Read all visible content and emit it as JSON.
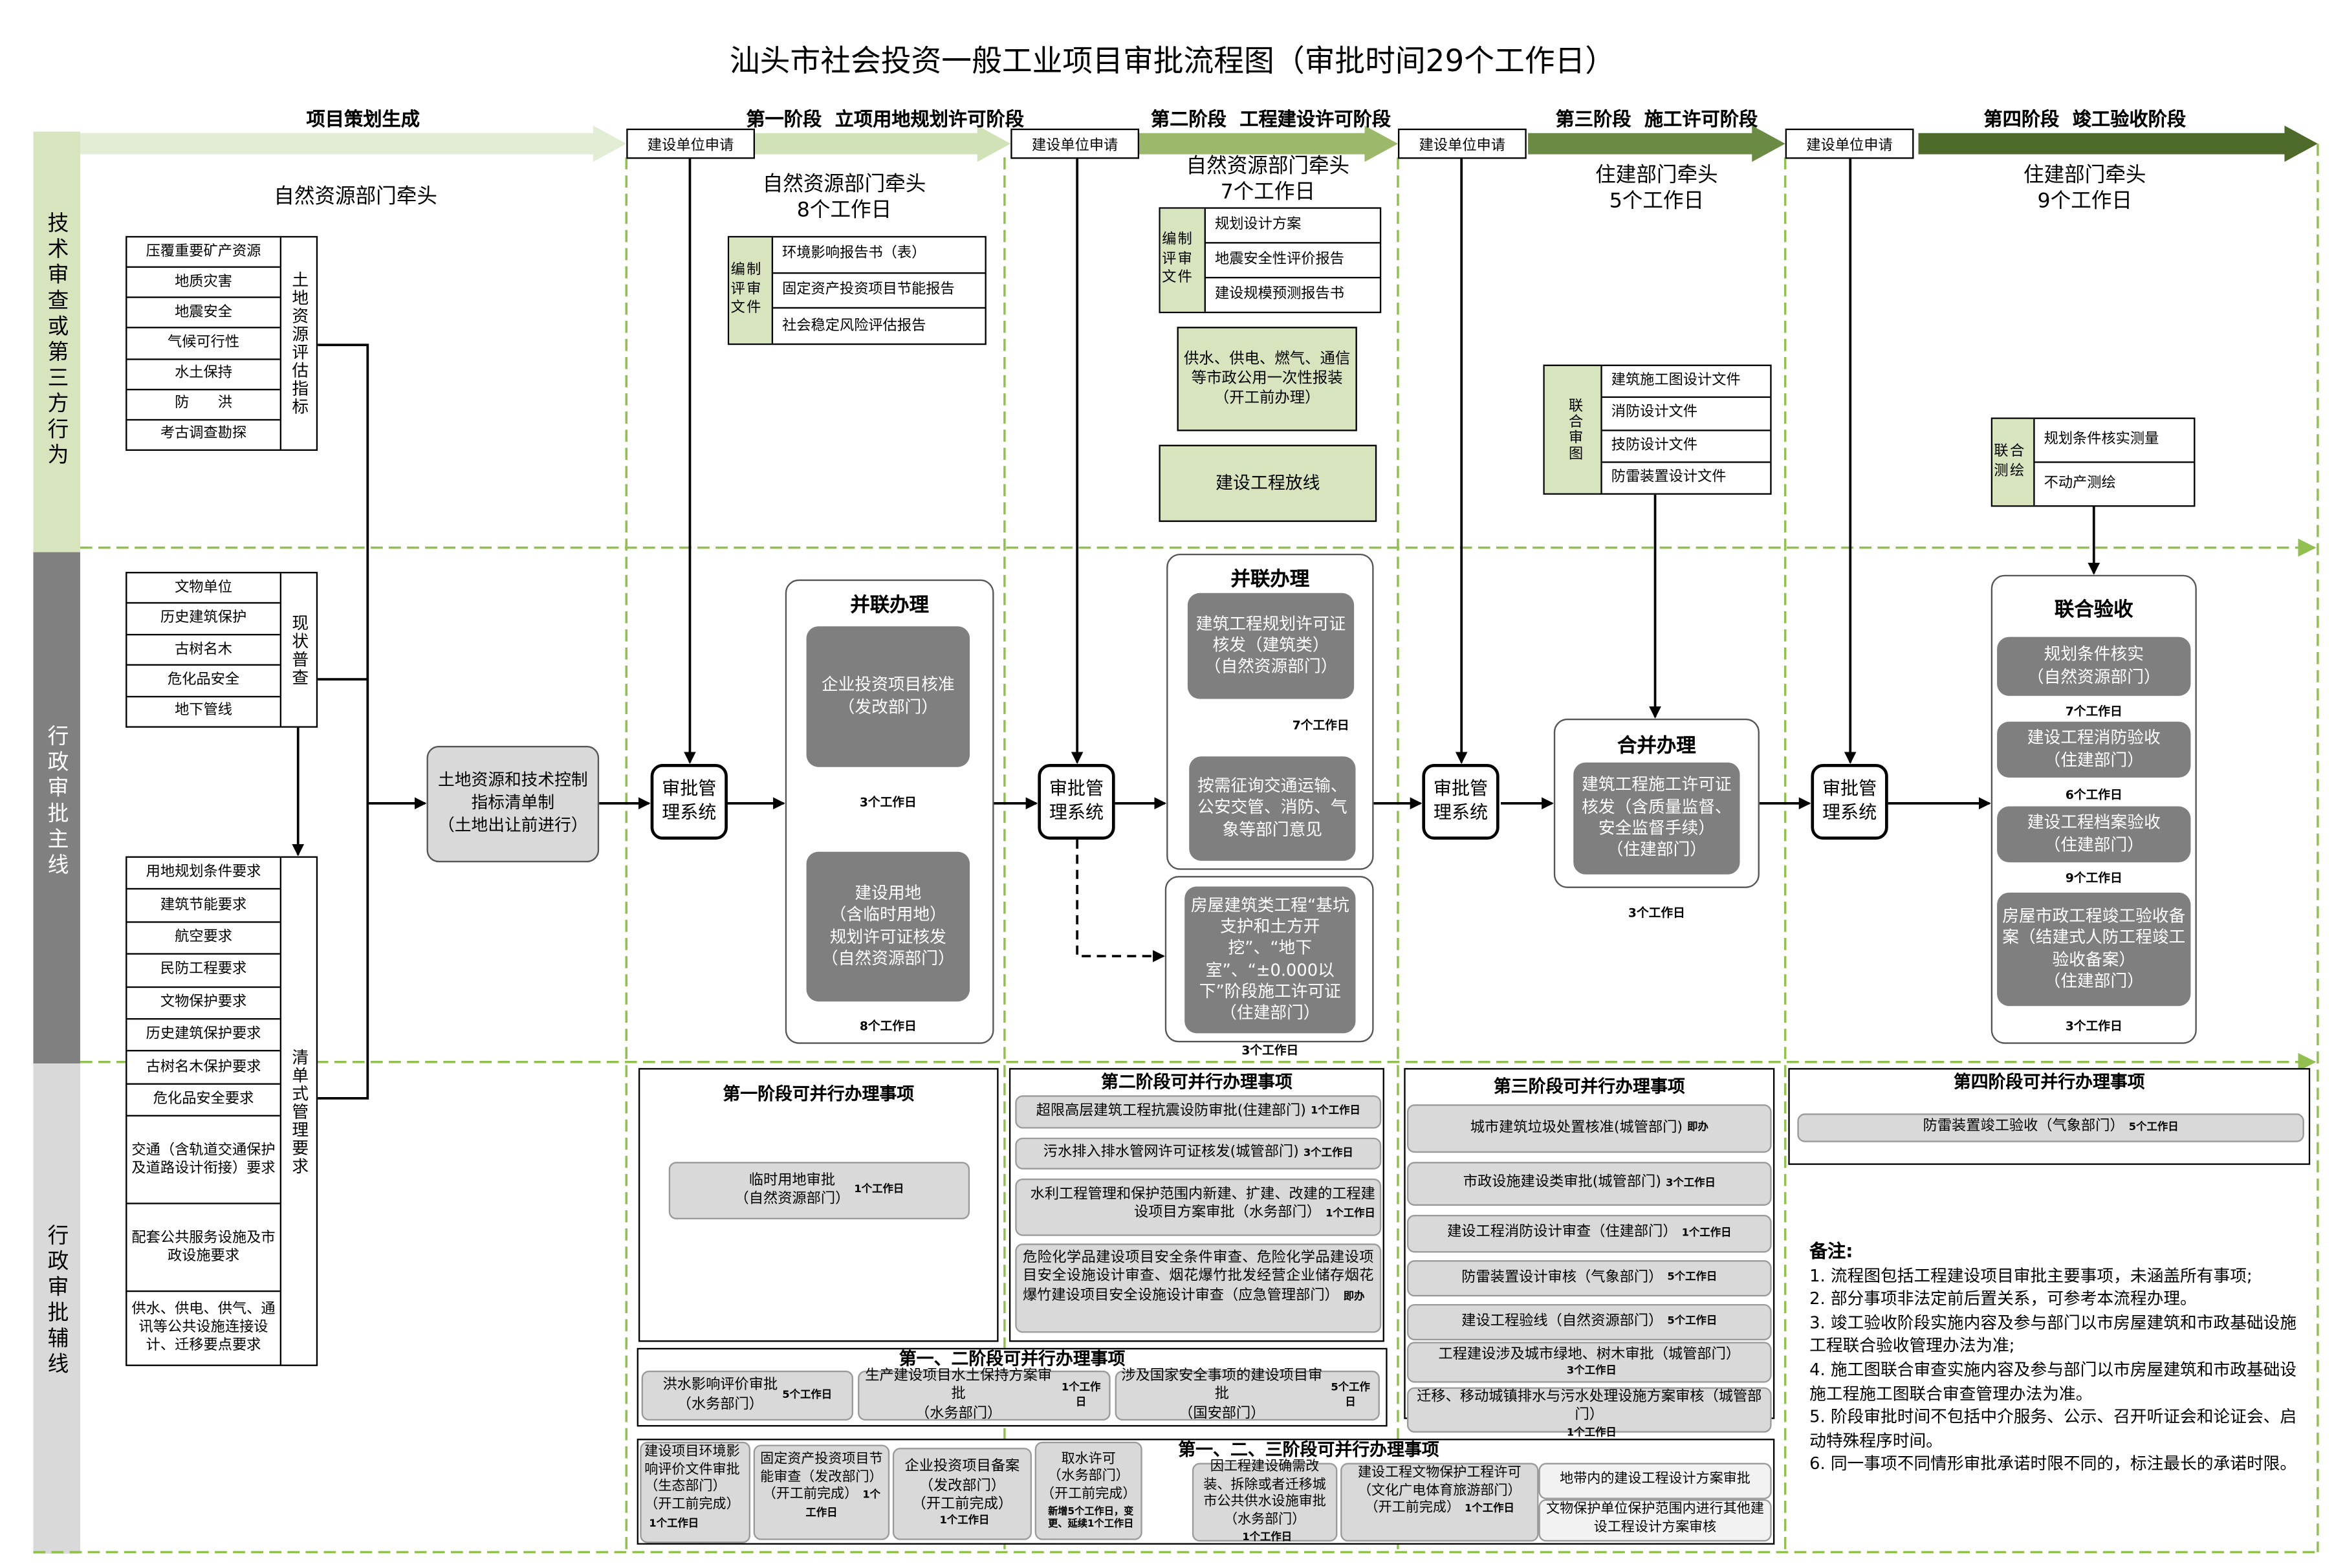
{
  "title": "汕头市社会投资一般工业项目审批流程图（审批时间29个工作日）",
  "phases": [
    "项目策划生成",
    "第一阶段  立项用地规划许可阶段",
    "第二阶段  工程建设许可阶段",
    "第三阶段  施工许可阶段",
    "第四阶段  竣工验收阶段"
  ],
  "apply_boxes": [
    "建设单位申请",
    "建设单位申请",
    "建设单位申请",
    "建设单位申请"
  ],
  "system_boxes": [
    "审批管理系统",
    "审批管理系统",
    "审批管理系统",
    "审批管理系统"
  ],
  "lanes": [
    "技术审查或第三方行为",
    "行政审批主线",
    "行政审批辅线"
  ],
  "colors": {
    "lane_light_green": "#d7e4bd",
    "lane_gray": "#808080",
    "lane_light_gray": "#d9d9d9",
    "dashed_green": "#92c050",
    "dark_box": "#7f7f7f",
    "arrow_1": "#e3ecd5",
    "arrow_2": "#d1e2b8",
    "arrow_3": "#9cb86b",
    "arrow_4": "#6b8a44",
    "arrow_5": "#4e6a2a"
  },
  "stage0": {
    "lead": "自然资源部门牵头",
    "tables": [
      {
        "label": "土地资源评估指标",
        "rows": [
          "压覆重要矿产资源",
          "地质灾害",
          "地震安全",
          "气候可行性",
          "水土保持",
          "防　　洪",
          "考古调查勘探"
        ]
      },
      {
        "label": "现状普查",
        "rows": [
          "文物单位",
          "历史建筑保护",
          "古树名木",
          "危化品安全",
          "地下管线"
        ]
      },
      {
        "label": "清单式管理要求",
        "rows": [
          "用地规划条件要求",
          "建筑节能要求",
          "航空要求",
          "民防工程要求",
          "文物保护要求",
          "历史建筑保护要求",
          "古树名木保护要求",
          "危化品安全要求",
          "交通（含轨道交通保护及道路设计衔接）要求",
          "配套公共服务设施及市政设施要求",
          "供水、供电、供气、通讯等公共设施连接设计、迁移要点要求"
        ]
      }
    ],
    "checklist_box": "土地资源和技术控制\n指标清单制\n（土地出让前进行）"
  },
  "stage1": {
    "lead": "自然资源部门牵头\n8个工作日",
    "docs": {
      "label": "编制评审文件",
      "rows": [
        "环境影响报告书（表）",
        "固定资产投资项目节能报告",
        "社会稳定风险评估报告"
      ]
    },
    "parallel": {
      "title": "并联办理",
      "items": [
        {
          "text": "企业投资项目核准\n（发改部门）",
          "days": "3个工作日"
        },
        {
          "text": "建设用地\n（含临时用地）\n规划许可证核发\n（自然资源部门）",
          "days": "8个工作日"
        }
      ]
    }
  },
  "stage2": {
    "lead": "自然资源部门牵头\n7个工作日",
    "docs": {
      "label": "编制评审文件",
      "rows": [
        "规划设计方案",
        "地震安全性评价报告",
        "建设规模预测报告书"
      ]
    },
    "utilities": "供水、供电、燃气、通信等市政公用一次性报装\n（开工前办理）",
    "setout": "建设工程放线",
    "parallel": {
      "title": "并联办理",
      "permit": "建筑工程规划许可证核发（建筑类）\n（自然资源部门）",
      "step_days": "7个工作日",
      "consult": "按需征询交通运输、公安交管、消防、气象等部门意见"
    },
    "foundation": {
      "text": "房屋建筑类工程“基坑支护和土方开挖”、“地下室”、“±0.000以下”阶段施工许可证\n（住建部门）",
      "days": "3个工作日"
    }
  },
  "stage3": {
    "lead": "住建部门牵头\n5个工作日",
    "review": {
      "label": "联合审图",
      "rows": [
        "建筑施工图设计文件",
        "消防设计文件",
        "技防设计文件",
        "防雷装置设计文件"
      ]
    },
    "merged": {
      "title": "合并办理",
      "text": "建筑工程施工许可证核发（含质量监督、安全监督手续）\n（住建部门）",
      "days": "3个工作日"
    }
  },
  "stage4": {
    "lead": "住建部门牵头\n9个工作日",
    "survey": {
      "label": "联合测绘",
      "rows": [
        "规划条件核实测量",
        "不动产测绘"
      ]
    },
    "acceptance": {
      "title": "联合验收",
      "items": [
        {
          "text": "规划条件核实\n（自然资源部门）",
          "days": "7个工作日"
        },
        {
          "text": "建设工程消防验收\n（住建部门）",
          "days": "6个工作日"
        },
        {
          "text": "建设工程档案验收\n（住建部门）",
          "days": "9个工作日"
        },
        {
          "text": "房屋市政工程竣工验收备案（结建式人防工程竣工验收备案）\n（住建部门）",
          "days": "3个工作日"
        }
      ]
    }
  },
  "parallel_stage1": {
    "title": "第一阶段可并行办理事项",
    "items": [
      {
        "text": "临时用地审批\n（自然资源部门）",
        "days": "1个工作日"
      }
    ]
  },
  "parallel_stage2": {
    "title": "第二阶段可并行办理事项",
    "items": [
      {
        "text": "超限高层建筑工程抗震设防审批(住建部门)",
        "days": "1个工作日"
      },
      {
        "text": "污水排入排水管网许可证核发(城管部门)",
        "days": "3个工作日"
      },
      {
        "text": "水利工程管理和保护范围内新建、扩建、改建的工程建设项目方案审批（水务部门）",
        "days": "1个工作日"
      },
      {
        "text": "危险化学品建设项目安全条件审查、危险化学品建设项目安全设施设计审查、烟花爆竹批发经营企业储存烟花爆竹建设项目安全设施设计审查（应急管理部门）",
        "days": "即办"
      }
    ]
  },
  "parallel_stage3": {
    "title": "第三阶段可并行办理事项",
    "items": [
      {
        "text": "城市建筑垃圾处置核准(城管部门)",
        "days": "即办"
      },
      {
        "text": "市政设施建设类审批(城管部门)",
        "days": "3个工作日"
      },
      {
        "text": "建设工程消防设计审查（住建部门）",
        "days": "1个工作日"
      },
      {
        "text": "防雷装置设计审核（气象部门）",
        "days": "5个工作日"
      },
      {
        "text": "建设工程验线（自然资源部门）",
        "days": "5个工作日"
      },
      {
        "text": "工程建设涉及城市绿地、树木审批（城管部门）",
        "days": "3个工作日"
      },
      {
        "text": "迁移、移动城镇排水与污水处理设施方案审核（城管部门）",
        "days": "1个工作日"
      }
    ]
  },
  "parallel_stage4": {
    "title": "第四阶段可并行办理事项",
    "items": [
      {
        "text": "防雷装置竣工验收（气象部门）",
        "days": "5个工作日"
      }
    ]
  },
  "parallel_stage12": {
    "title": "第一、二阶段可并行办理事项",
    "items": [
      {
        "text": "洪水影响评价审批\n（水务部门）",
        "days": "5个工作日"
      },
      {
        "text": "生产建设项目水土保持方案审批\n（水务部门）",
        "days": "1个工作日"
      },
      {
        "text": "涉及国家安全事项的建设项目审批\n（国安部门）",
        "days": "5个工作日"
      }
    ]
  },
  "parallel_stage123": {
    "title": "第一、二、三阶段可并行办理事项",
    "items": [
      {
        "text": "建设项目环境影响评价文件审批（生态部门）（开工前完成）",
        "days": "1个工作日"
      },
      {
        "text": "固定资产投资项目节能审查（发改部门）（开工前完成）",
        "days": "1个工作日"
      },
      {
        "text": "企业投资项目备案\n（发改部门）\n（开工前完成）",
        "days": "1个工作日"
      },
      {
        "text": "取水许可\n（水务部门）\n（开工前完成）",
        "days": "新增5个工作日，变更、延续1个工作日"
      },
      {
        "text": "因工程建设确需改装、拆除或者迁移城市公共供水设施审批（水务部门）",
        "days": "1个工作日"
      },
      {
        "text": "建设工程文物保护工程许可\n（文化广电体育旅游部门）\n（开工前完成）",
        "days": "1个工作日"
      }
    ],
    "sub_items": [
      "地带内的建设工程设计方案审批",
      "文物保护单位保护范围内进行其他建设工程设计方案审核"
    ]
  },
  "notes": {
    "title": "备注:",
    "lines": [
      "1. 流程图包括工程建设项目审批主要事项，未涵盖所有事项;",
      "2. 部分事项非法定前后置关系，可参考本流程办理。",
      "3. 竣工验收阶段实施内容及参与部门以市房屋建筑和市政基础设施工程联合验收管理办法为准;",
      "4. 施工图联合审查实施内容及参与部门以市房屋建筑和市政基础设施工程施工图联合审查管理办法为准。",
      "5. 阶段审批时间不包括中介服务、公示、召开听证会和论证会、启动特殊程序时间。",
      "6. 同一事项不同情形审批承诺时限不同的，标注最长的承诺时限。"
    ]
  }
}
